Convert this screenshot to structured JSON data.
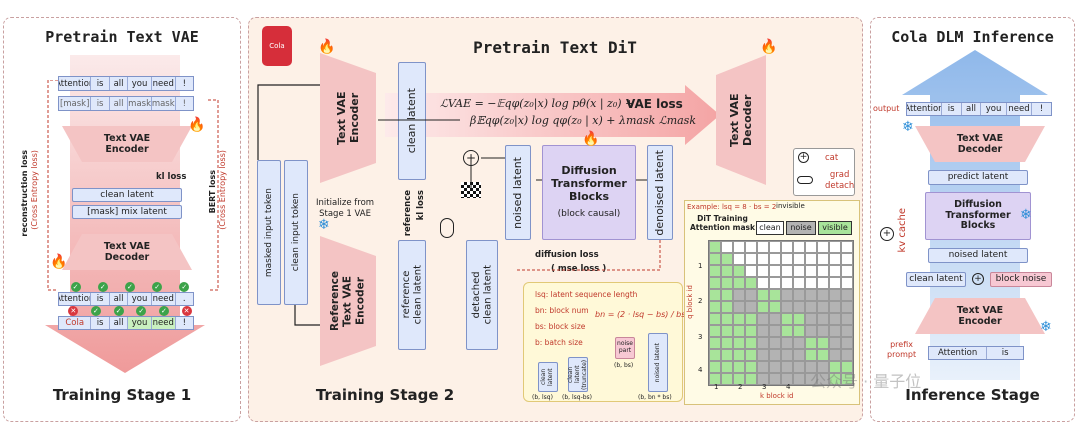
{
  "stage1": {
    "title": "Pretrain Text VAE",
    "row_top": [
      "Attention",
      "is",
      "all",
      "you",
      "need",
      "!"
    ],
    "row_mask": [
      "[mask]",
      "is",
      "all",
      "[mask]",
      "[mask]",
      "!"
    ],
    "encoder": "Text VAE\nEncoder",
    "kl_loss": "kl loss",
    "clean_latent": "clean latent",
    "mix_latent": "[mask] mix latent",
    "decoder": "Text VAE\nDecoder",
    "recon_loss": "reconstruction loss",
    "recon_loss_sub": "(Cross Entropy loss)",
    "bert_loss": "BERT loss",
    "bert_loss_sub": "(Cross Entropy loss)",
    "out_top": [
      "Attention",
      "is",
      "all",
      "you",
      "need",
      "."
    ],
    "out_bottom": [
      "Cola",
      "is",
      "all",
      "you",
      "need",
      "!"
    ],
    "stage_label": "Training Stage 1"
  },
  "stage2": {
    "title": "Pretrain Text DiT",
    "encoder": "Text VAE\nEncoder",
    "clean_latent": "clean latent",
    "vae_loss": "VAE loss",
    "formula_line1": "ℒVAE = −𝔼qφ(z₀|x) log pθ(x | z₀) +",
    "formula_line2": "β𝔼qφ(z₀|x) log qφ(z₀ | x) + λmask ℒmask",
    "decoder": "Text VAE\nDecoder",
    "masked_input": "masked input token",
    "clean_input": "clean input token",
    "init_note": "Initialize from\nStage 1 VAE",
    "ref_latent_lbl": "reference",
    "kl_loss": "kl loss",
    "noised_latent": "noised latent",
    "dit": "Diffusion\nTransformer\nBlocks",
    "dit_sub": "(block causal)",
    "denoised_latent": "denoised latent",
    "cat_label": "cat",
    "detach_label": "grad\ndetach",
    "diff_loss": "diffusion loss",
    "mse_loss": "( mse loss )",
    "ref_encoder": "Reference\nText VAE\nEncoder",
    "ref_clean_latent": "reference\nclean latent",
    "detached_latent": "detached\nclean latent",
    "legend": [
      "lsq: latent sequence length",
      "bn: block num",
      "bs: block size",
      "b: batch size"
    ],
    "bn_formula": "bn = (2 · lsq − bs) / bs",
    "mini_clean": "clean latent",
    "mini_trunc": "clean latent (truncate)",
    "mini_noise": "noise part",
    "mini_noised": "noised latent",
    "dim1": "(b, lsq)",
    "dim2": "(b, lsq-bs)",
    "dim3": "(b, bs)",
    "dim4": "(b, bn * bs)",
    "example": "Example: lsq = 8 · bs = 2",
    "invisible": "invisible",
    "mask_title": "DiT Training\nAttention mask",
    "legend_clean": "clean",
    "legend_noise": "noise",
    "legend_visible": "visible",
    "q_axis": "q block id",
    "k_axis": "k block id",
    "q_ticks": [
      "1",
      "2",
      "3",
      "4"
    ],
    "k_ticks": [
      "1",
      "2",
      "3",
      "4"
    ],
    "stage_label": "Training Stage 2"
  },
  "stage3": {
    "title": "Cola DLM Inference",
    "output_label": "output",
    "out_row": [
      "Attention",
      "is",
      "all",
      "you",
      "need",
      "!"
    ],
    "decoder": "Text VAE\nDecoder",
    "predict_latent": "predict latent",
    "dit": "Diffusion\nTransformer\nBlocks",
    "kv_cache": "kv cache",
    "noised_latent": "noised latent",
    "clean_latent": "clean latent",
    "block_noise": "block noise",
    "encoder": "Text VAE\nEncoder",
    "prefix_prompt": "prefix\nprompt",
    "prompt_row": [
      "Attention",
      "is"
    ],
    "stage_label": "Inference Stage"
  },
  "watermark": "公众号 · 量子位",
  "colors": {
    "blue": "#dfe8fb",
    "pink": "#f6c9c9",
    "purple": "#dcd3f4",
    "green": "#a8e49a",
    "gray": "#b3b3b3"
  }
}
